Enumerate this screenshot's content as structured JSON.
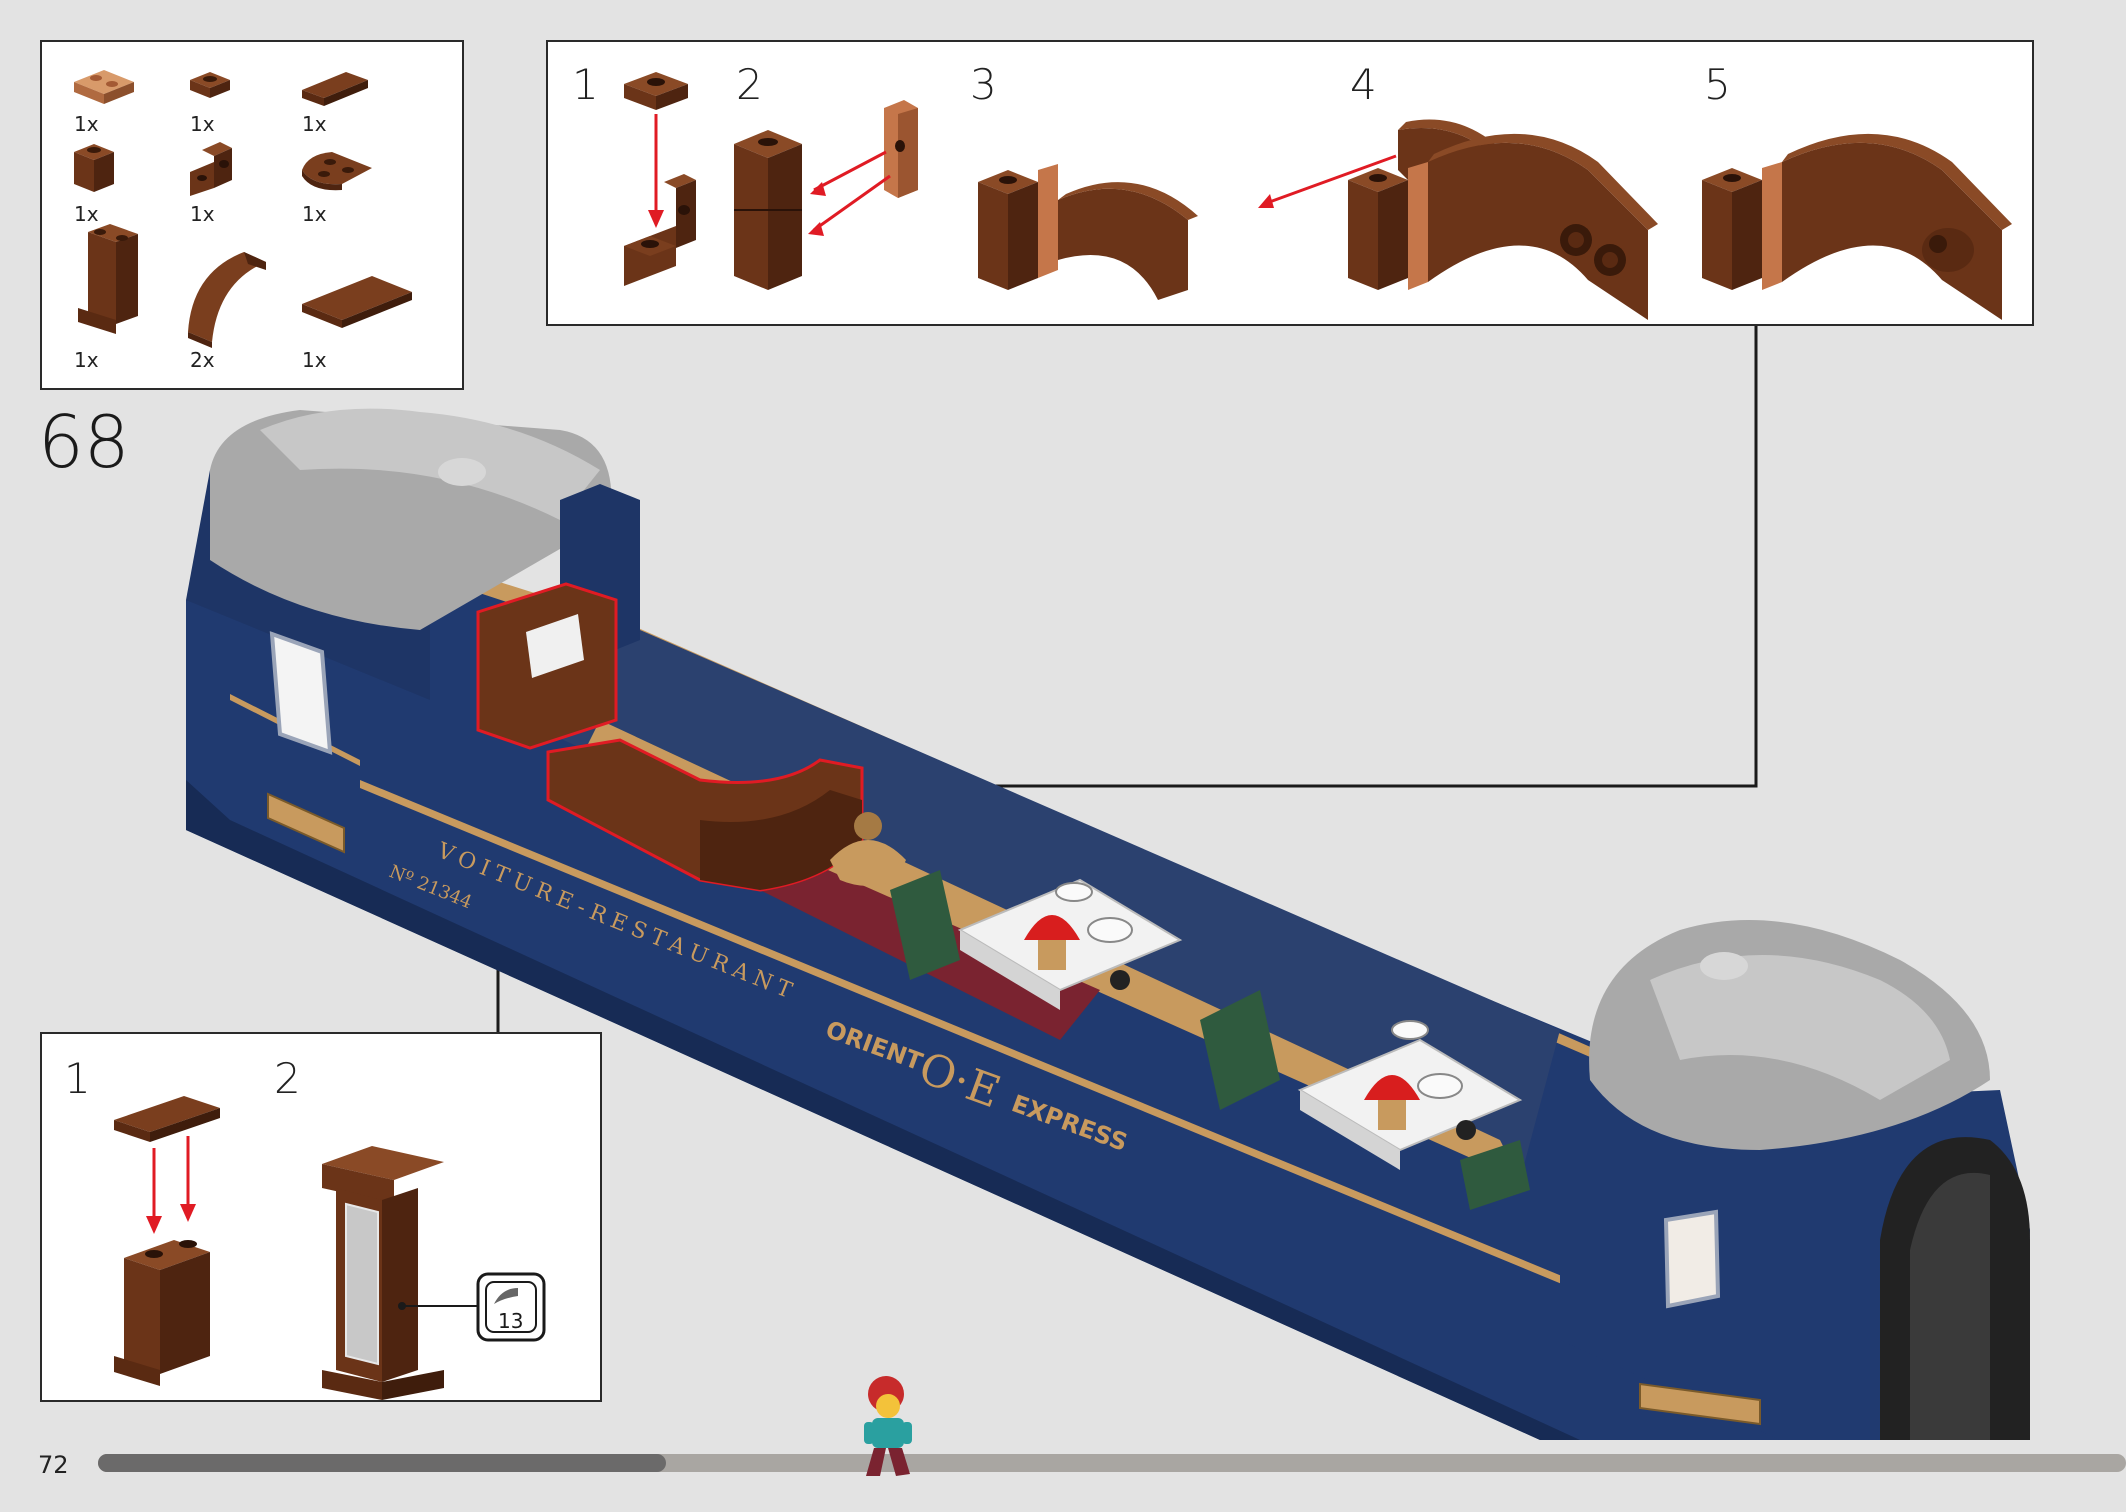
{
  "page": {
    "step_number": "68",
    "page_number": "72",
    "progress": 0.28
  },
  "parts_list": {
    "items": [
      {
        "qty": "1x",
        "part": "tan-plate-1x2"
      },
      {
        "qty": "1x",
        "part": "brown-plate-1x1"
      },
      {
        "qty": "1x",
        "part": "brown-tile-1x2"
      },
      {
        "qty": "1x",
        "part": "brown-brick-1x1"
      },
      {
        "qty": "1x",
        "part": "brown-bracket-1x1"
      },
      {
        "qty": "1x",
        "part": "brown-wedge-plate"
      },
      {
        "qty": "1x",
        "part": "brown-panel-1x2x3"
      },
      {
        "qty": "2x",
        "part": "brown-curved-slope"
      },
      {
        "qty": "1x",
        "part": "brown-tile-2x4"
      }
    ]
  },
  "sub_assembly_top": {
    "steps": [
      "1",
      "2",
      "3",
      "4",
      "5"
    ]
  },
  "sub_assembly_bottom": {
    "steps": [
      "1",
      "2"
    ],
    "sticker_number": "13"
  },
  "model_print": {
    "line1": "VOITURE-RESTAURANT",
    "number": "Nº 21344",
    "brand_left": "ORIENT",
    "brand_logo": "O·E",
    "brand_right": "EXPRESS"
  },
  "colors": {
    "background": "#e3e3e3",
    "train_blue": "#1f3a73",
    "brown": "#6b3418",
    "tan": "#c89a5e",
    "roof_gray": "#a9a9a9",
    "highlight_red": "#e01b24"
  }
}
